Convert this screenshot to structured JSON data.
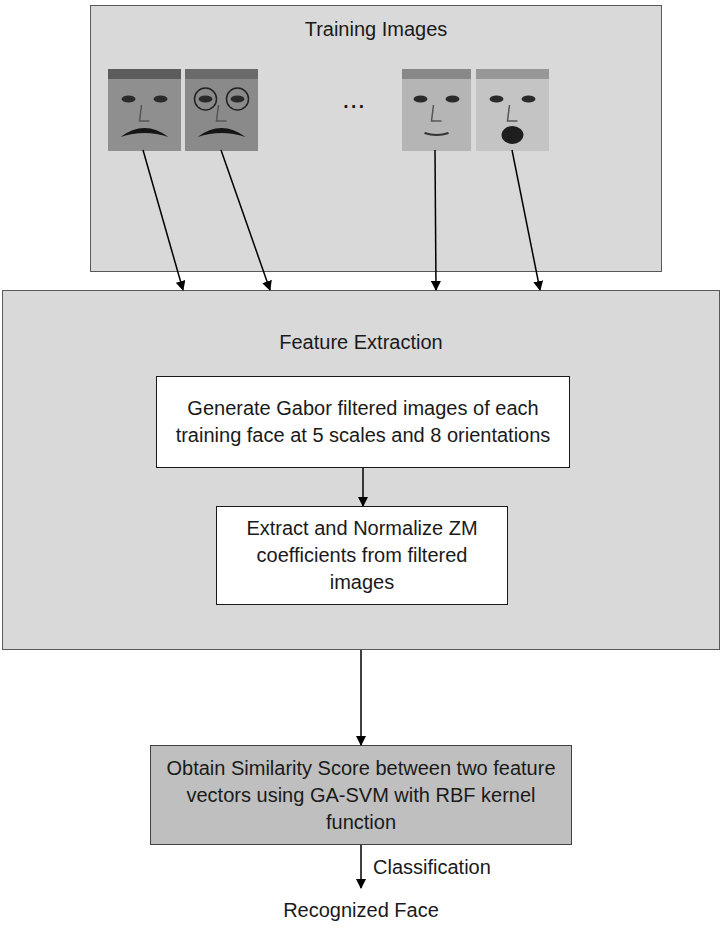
{
  "diagram": {
    "nodes": [
      {
        "text": [
          "Training Images"
        ]
      },
      {
        "text": [
          "Feature Extraction"
        ]
      },
      {
        "text": [
          "Generate Gabor filtered images of each training face at 5 scales and 8 orientations"
        ],
        "in": 1
      },
      {
        "text": [
          "Extract and Normalize ZM coefficients from filtered images"
        ],
        "in": 1
      },
      {
        "text": [
          "Obtain Similarity Score between two feature vectors using GA-SVM with RBF kernel function"
        ]
      },
      {
        "text": [
          "Recognized Face"
        ]
      }
    ],
    "edges": [
      {
        "from": 0,
        "to": 1,
        "arrow": "to"
      },
      {
        "from": 0,
        "to": 1,
        "arrow": "to"
      },
      {
        "from": 0,
        "to": 1,
        "arrow": "to"
      },
      {
        "from": 0,
        "to": 1,
        "arrow": "to"
      },
      {
        "from": 2,
        "to": 3,
        "arrow": "to"
      },
      {
        "from": 1,
        "to": 4,
        "arrow": "to"
      },
      {
        "from": 4,
        "to": 5,
        "arrow": "to",
        "label": "Classification"
      }
    ],
    "labels": [
      "..."
    ]
  }
}
